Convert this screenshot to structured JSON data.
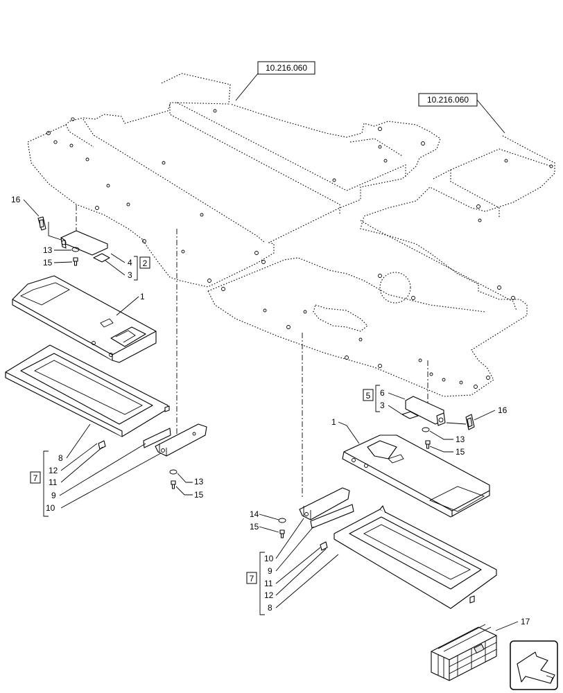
{
  "references": {
    "left": "10.216.060",
    "right": "10.216.060"
  },
  "left_group": {
    "callouts": {
      "c16": "16",
      "c13a": "13",
      "c15a": "15",
      "c4": "4",
      "c3": "3",
      "c1": "1",
      "c8": "8",
      "c12": "12",
      "c11": "11",
      "c9": "9",
      "c10": "10",
      "c13b": "13",
      "c15b": "15"
    },
    "kit_upper": "2",
    "kit_lower": "7"
  },
  "right_group": {
    "callouts": {
      "c6": "6",
      "c3": "3",
      "c16": "16",
      "c13": "13",
      "c15a": "15",
      "c1": "1",
      "c14": "14",
      "c15b": "15",
      "c10": "10",
      "c9": "9",
      "c11": "11",
      "c12": "12",
      "c8": "8",
      "c17": "17"
    },
    "kit_upper": "5",
    "kit_lower": "7"
  },
  "icons": [
    "navigation-arrow-icon",
    "shipping-crate-icon"
  ]
}
